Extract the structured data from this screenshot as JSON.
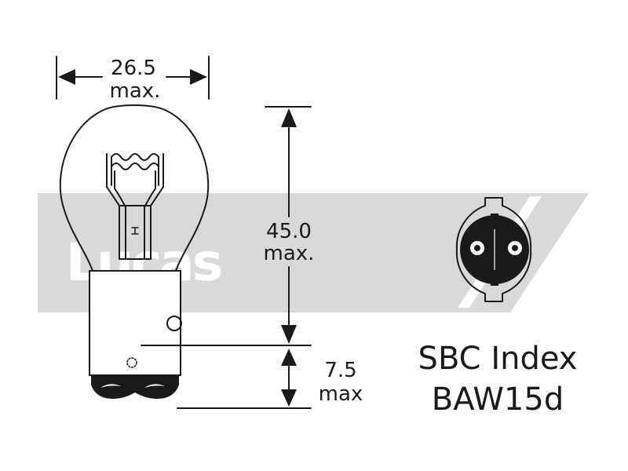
{
  "watermark": {
    "text": "Lucas"
  },
  "dimensions": {
    "width": {
      "value": "26.5",
      "qualifier": "max."
    },
    "height": {
      "value": "45.0",
      "qualifier": "max."
    },
    "pin_offset": {
      "value": "7.5",
      "qualifier": "max"
    }
  },
  "spec": {
    "line1": "SBC Index",
    "line2": "BAW15d"
  },
  "colors": {
    "band": "#d9d9d9",
    "line": "#1a1a1a",
    "background": "#ffffff"
  }
}
